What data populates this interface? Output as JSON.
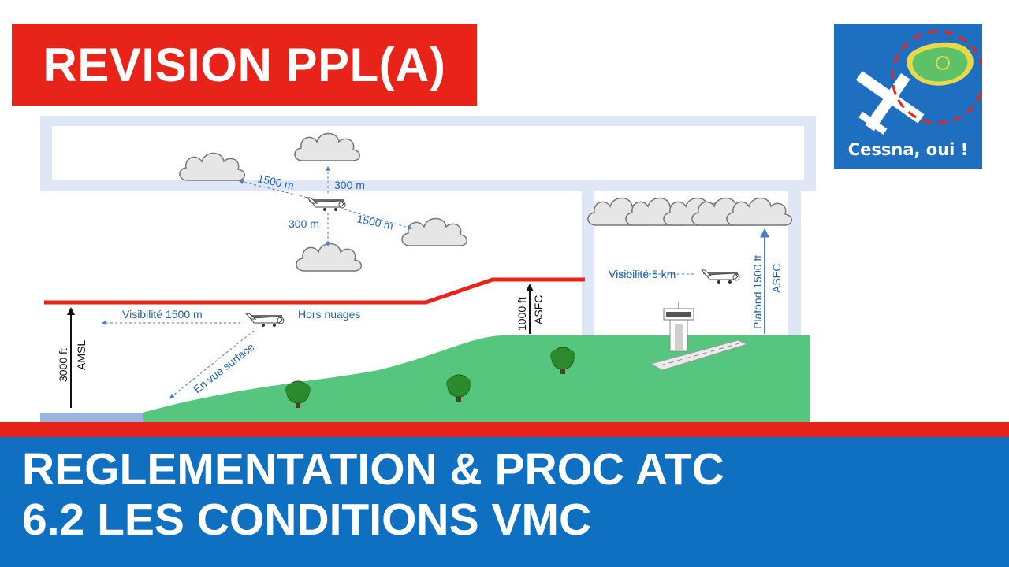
{
  "header": {
    "title": "REVISION PPL(A)"
  },
  "logo": {
    "text": "Cessna, oui !"
  },
  "diagram": {
    "labels": {
      "dist_1500_left": "1500 m",
      "dist_300_top": "300 m",
      "dist_300_bottom": "300 m",
      "dist_1500_right": "1500 m",
      "visibility_1500": "Visibilité 1500 m",
      "hors_nuages": "Hors nuages",
      "en_vue_surface": "En vue surface",
      "alt_3000": "3000 ft",
      "amsl": "AMSL",
      "alt_1000": "1000 ft",
      "asfc_left": "ASFC",
      "visibility_5km": "Visibilité 5 km",
      "plafond_1500": "Plafond 1500 ft",
      "asfc_right": "ASFC"
    }
  },
  "footer": {
    "line1": "REGLEMENTATION & PROC ATC",
    "line2": "6.2 LES CONDITIONS VMC"
  },
  "colors": {
    "red": "#e8231a",
    "blue": "#0f6fc0",
    "ground_green": "#56c67f",
    "airspace_fill": "#dfe6f6",
    "label_blue": "#2563a8"
  }
}
